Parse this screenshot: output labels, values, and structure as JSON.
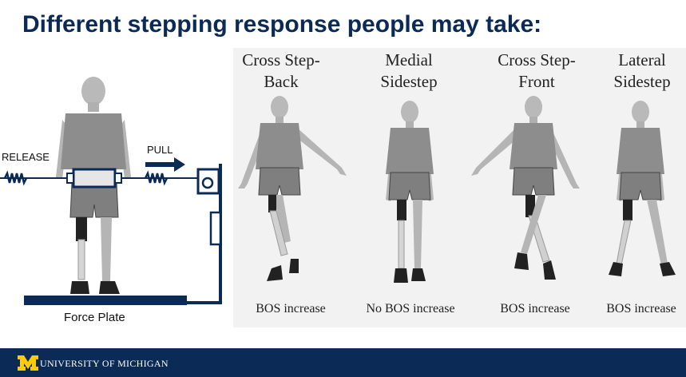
{
  "slide": {
    "title": "Different stepping response people may take:"
  },
  "setup": {
    "release_label": "RELEASE",
    "pull_label": "PULL",
    "force_plate_label": "Force Plate"
  },
  "responses": [
    {
      "line1": "Cross Step-",
      "line2": "Back",
      "bos": "BOS increase"
    },
    {
      "line1": "Medial",
      "line2": "Sidestep",
      "bos": "No BOS increase"
    },
    {
      "line1": "Cross Step-",
      "line2": "Front",
      "bos": "BOS increase"
    },
    {
      "line1": "Lateral",
      "line2": "Sidestep",
      "bos": "BOS increase"
    }
  ],
  "footer": {
    "university": "UNIVERSITY OF MICHIGAN"
  },
  "colors": {
    "navy": "#0b2a55",
    "maize": "#ffcb05",
    "figure_gray": "#9a9a9a"
  }
}
